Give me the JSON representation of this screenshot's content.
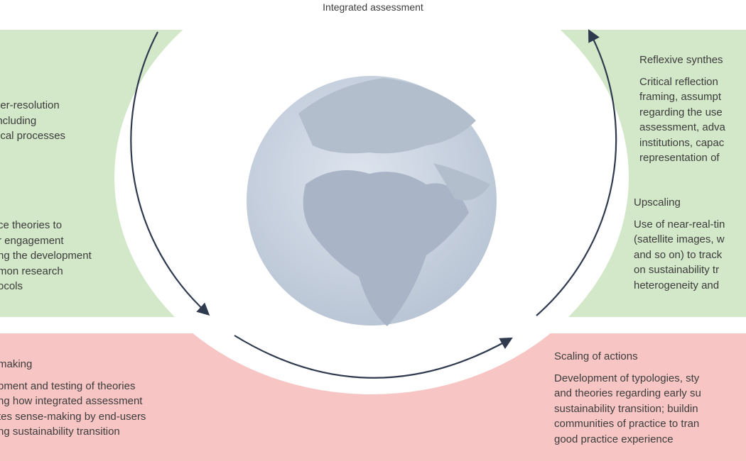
{
  "title": "Integrated assessment",
  "left_green": {
    "block1": [
      "her-resolution",
      "including",
      "ocal processes"
    ],
    "block2": [
      "ce theories to",
      "r engagement",
      "ng the development",
      "mon research",
      "ocols"
    ]
  },
  "right_green": {
    "reflexive": {
      "heading": "Reflexive synthes",
      "lines": [
        "Critical reflection",
        "framing, assumpt",
        "regarding the use",
        "assessment, adva",
        "institutions, capac",
        "representation of"
      ]
    },
    "upscaling": {
      "heading": "Upscaling",
      "lines": [
        "Use of near-real-tin",
        "(satellite images, w",
        "and so on) to track",
        "on sustainability tr",
        "heterogeneity and"
      ]
    }
  },
  "left_pink": {
    "heading": "making",
    "lines": [
      "pment and testing of theories",
      "ng how integrated assessment",
      "tes sense-making by end-users",
      "ng sustainability transition"
    ]
  },
  "right_pink": {
    "heading": "Scaling of actions",
    "lines": [
      "Development of typologies, sty",
      "and theories regarding early su",
      "sustainability transition; buildin",
      "communities of practice to tran",
      "good practice experience"
    ]
  },
  "colors": {
    "green": "#d3e8c8",
    "pink": "#f7c6c4",
    "arrow": "#2f3a4f",
    "globe": "#c9d3e0",
    "land": "#aab5c5"
  }
}
